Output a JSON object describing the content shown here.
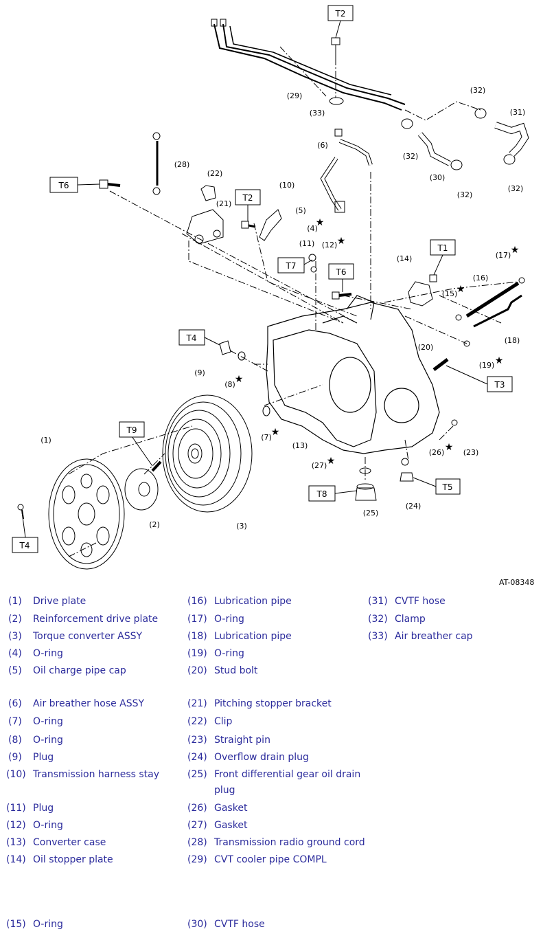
{
  "figure_id": "AT-08348",
  "torque_labels": [
    "T1",
    "T2",
    "T3",
    "T4",
    "T5",
    "T6",
    "T7",
    "T8",
    "T9"
  ],
  "legend": [
    {
      "num": "(1)",
      "name": "Drive plate"
    },
    {
      "num": "(2)",
      "name": "Reinforcement drive plate"
    },
    {
      "num": "(3)",
      "name": "Torque converter ASSY"
    },
    {
      "num": "(4)",
      "name": "O-ring"
    },
    {
      "num": "(5)",
      "name": "Oil charge pipe cap"
    },
    {
      "num": "(6)",
      "name": "Air breather hose ASSY"
    },
    {
      "num": "(7)",
      "name": "O-ring"
    },
    {
      "num": "(8)",
      "name": "O-ring"
    },
    {
      "num": "(9)",
      "name": "Plug"
    },
    {
      "num": "(10)",
      "name": "Transmission harness stay"
    },
    {
      "num": "(11)",
      "name": "Plug"
    },
    {
      "num": "(12)",
      "name": "O-ring"
    },
    {
      "num": "(13)",
      "name": "Converter case"
    },
    {
      "num": "(14)",
      "name": "Oil stopper plate"
    },
    {
      "num": "(15)",
      "name": "O-ring"
    },
    {
      "num": "(16)",
      "name": "Lubrication pipe"
    },
    {
      "num": "(17)",
      "name": "O-ring"
    },
    {
      "num": "(18)",
      "name": "Lubrication pipe"
    },
    {
      "num": "(19)",
      "name": "O-ring"
    },
    {
      "num": "(20)",
      "name": "Stud bolt"
    },
    {
      "num": "(21)",
      "name": "Pitching stopper bracket"
    },
    {
      "num": "(22)",
      "name": "Clip"
    },
    {
      "num": "(23)",
      "name": "Straight pin"
    },
    {
      "num": "(24)",
      "name": "Overflow drain plug"
    },
    {
      "num": "(25)",
      "name": "Front differential gear oil drain plug"
    },
    {
      "num": "(26)",
      "name": "Gasket"
    },
    {
      "num": "(27)",
      "name": "Gasket"
    },
    {
      "num": "(28)",
      "name": "Transmission radio ground cord"
    },
    {
      "num": "(29)",
      "name": "CVT cooler pipe COMPL"
    },
    {
      "num": "(30)",
      "name": "CVTF hose"
    },
    {
      "num": "(31)",
      "name": "CVTF hose"
    },
    {
      "num": "(32)",
      "name": "Clamp"
    },
    {
      "num": "(33)",
      "name": "Air breather cap"
    }
  ],
  "callouts": [
    "(1)",
    "(2)",
    "(3)",
    "(4)",
    "(5)",
    "(6)",
    "(7)",
    "(8)",
    "(9)",
    "(10)",
    "(11)",
    "(12)",
    "(13)",
    "(14)",
    "(15)",
    "(16)",
    "(17)",
    "(18)",
    "(19)",
    "(20)",
    "(21)",
    "(22)",
    "(23)",
    "(24)",
    "(25)",
    "(26)",
    "(27)",
    "(28)",
    "(29)",
    "(30)",
    "(31)",
    "(32)",
    "(33)"
  ],
  "star_symbol": "★"
}
